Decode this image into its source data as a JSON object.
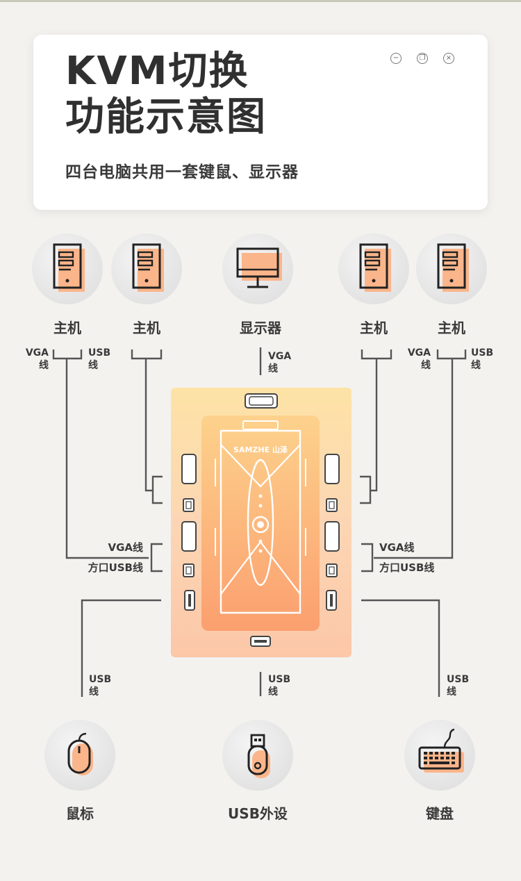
{
  "header": {
    "title": "KVM切换\n功能示意图",
    "subtitle": "四台电脑共用一套键鼠、显示器"
  },
  "window_controls": [
    {
      "name": "minimize-icon",
      "glyph": "−"
    },
    {
      "name": "restore-icon",
      "glyph": "❐"
    },
    {
      "name": "close-icon",
      "glyph": "×"
    }
  ],
  "nodes": {
    "host1": "主机",
    "host2": "主机",
    "monitor": "显示器",
    "host3": "主机",
    "host4": "主机",
    "mouse": "鼠标",
    "usb_device": "USB外设",
    "keyboard": "键盘"
  },
  "cable_labels": {
    "host1_vga": "VGA\n线",
    "host1_usb": "USB\n线",
    "monitor_vga": "VGA\n线",
    "host4_vga": "VGA\n线",
    "host4_usb": "USB\n线",
    "mouse_usb": "USB\n线",
    "usb_device_usb": "USB\n线",
    "keyboard_usb": "USB\n线"
  },
  "port_labels": {
    "left_vga": "VGA线",
    "left_usb": "方口USB线",
    "right_vga": "VGA线",
    "right_usb": "方口USB线"
  },
  "device": {
    "brand": "SAMZHE 山泽"
  },
  "colors": {
    "accent": "#fbb58a",
    "line": "#555555",
    "device_top": "#fde3a6",
    "device_bottom": "#fb9f6f"
  }
}
